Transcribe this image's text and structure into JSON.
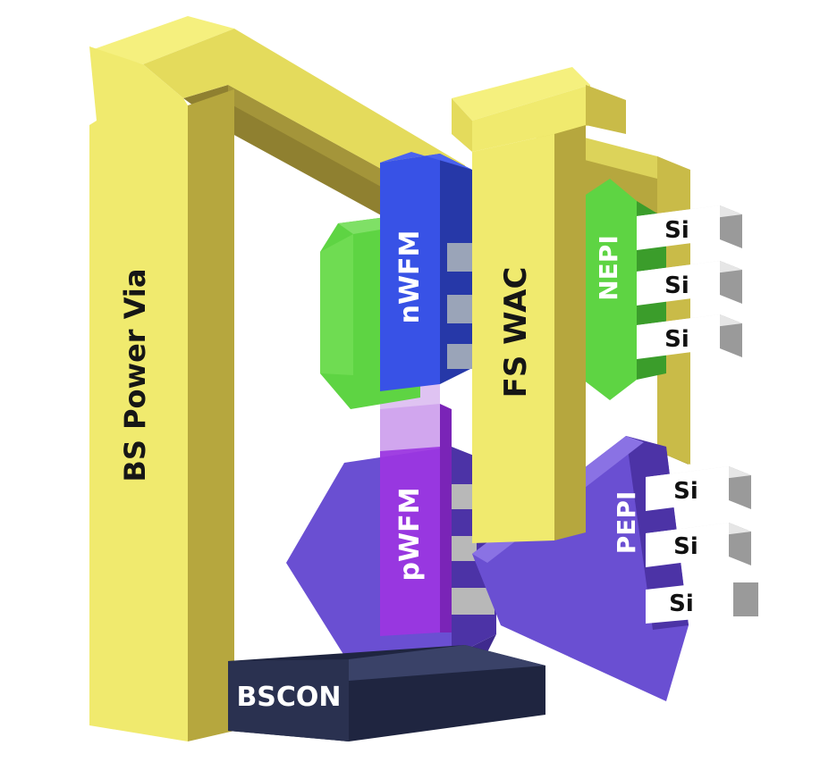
{
  "diagram": {
    "labels": {
      "bs_power_via": "BS Power Via",
      "fs_wac": "FS WAC",
      "nwfm": "nWFM",
      "pwfm": "pWFM",
      "nepi": "NEPI",
      "pepi": "PEPI",
      "bscon": "BSCON"
    },
    "si_labels": [
      "Si",
      "Si",
      "Si",
      "Si",
      "Si",
      "Si"
    ]
  },
  "colors": {
    "yellow": "#f0ea6e",
    "yellow_side": "#b6a73e",
    "green": "#5ed443",
    "blue": "#3852e6",
    "purple": "#6a4fd2",
    "magenta": "#9b36e0",
    "navy": "#2a3150",
    "gray": "#9a9a9a"
  }
}
